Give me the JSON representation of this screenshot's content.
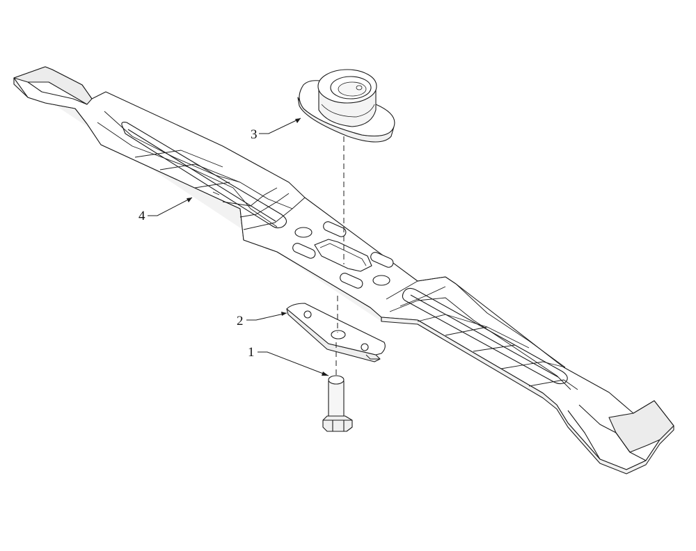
{
  "callouts": [
    {
      "id": "bolt",
      "label": "1"
    },
    {
      "id": "plate",
      "label": "2"
    },
    {
      "id": "adapter",
      "label": "3"
    },
    {
      "id": "blade",
      "label": "4"
    }
  ],
  "colors": {
    "line": "#1a1a1a",
    "fill": "#ffffff",
    "shade": "#e9e9e9"
  }
}
